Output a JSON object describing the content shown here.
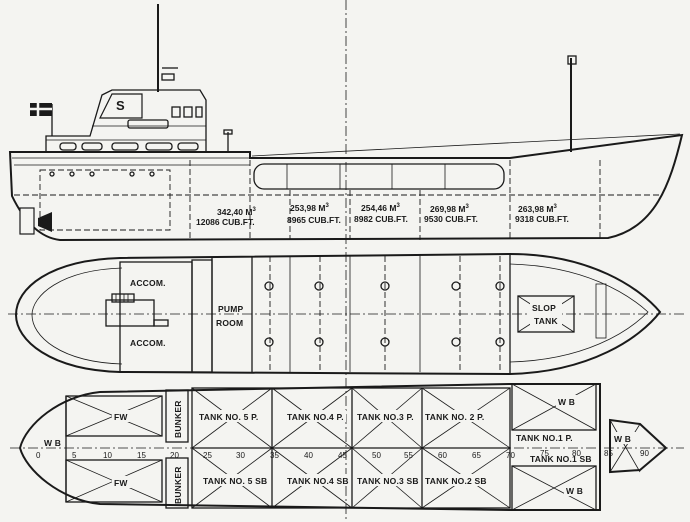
{
  "profile": {
    "funnel_letter": "S",
    "holds": [
      {
        "volume_m3": "342,40 M",
        "volume_ft": "12086 CUB.FT."
      },
      {
        "volume_m3": "253,98 M",
        "volume_ft": "8965 CUB.FT."
      },
      {
        "volume_m3": "254,46 M",
        "volume_ft": "8982 CUB.FT."
      },
      {
        "volume_m3": "269,98 M",
        "volume_ft": "9530 CUB.FT."
      },
      {
        "volume_m3": "263,98 M",
        "volume_ft": "9318 CUB.FT."
      }
    ],
    "superscript": "3"
  },
  "deck_plan": {
    "accom_upper": "ACCOM.",
    "accom_lower": "ACCOM.",
    "pump_room": [
      "PUMP",
      "ROOM"
    ],
    "slop_tank": [
      "SLOP",
      "TANK"
    ]
  },
  "tank_plan": {
    "wb_aft": "W B",
    "fw_upper": "FW",
    "fw_lower": "FW",
    "bunker_upper": "BUNKER",
    "bunker_lower": "BUNKER",
    "tanks_port": [
      "TANK NO. 5  P.",
      "TANK NO.4  P.",
      "TANK NO.3  P.",
      "TANK NO. 2  P."
    ],
    "tanks_starboard": [
      "TANK NO. 5  SB",
      "TANK NO.4 SB",
      "TANK NO.3  SB",
      "TANK NO.2  SB"
    ],
    "tank_1_port": "TANK NO.1  P.",
    "tank_1_starboard": "TANK NO.1  SB",
    "wb_fwd_upper": "W B",
    "wb_fwd_lower": "W B",
    "wb_bow": "W B",
    "frames": [
      "0",
      "5",
      "10",
      "15",
      "20",
      "25",
      "30",
      "35",
      "40",
      "45",
      "50",
      "55",
      "60",
      "65",
      "70",
      "75",
      "80",
      "85",
      "90"
    ]
  }
}
